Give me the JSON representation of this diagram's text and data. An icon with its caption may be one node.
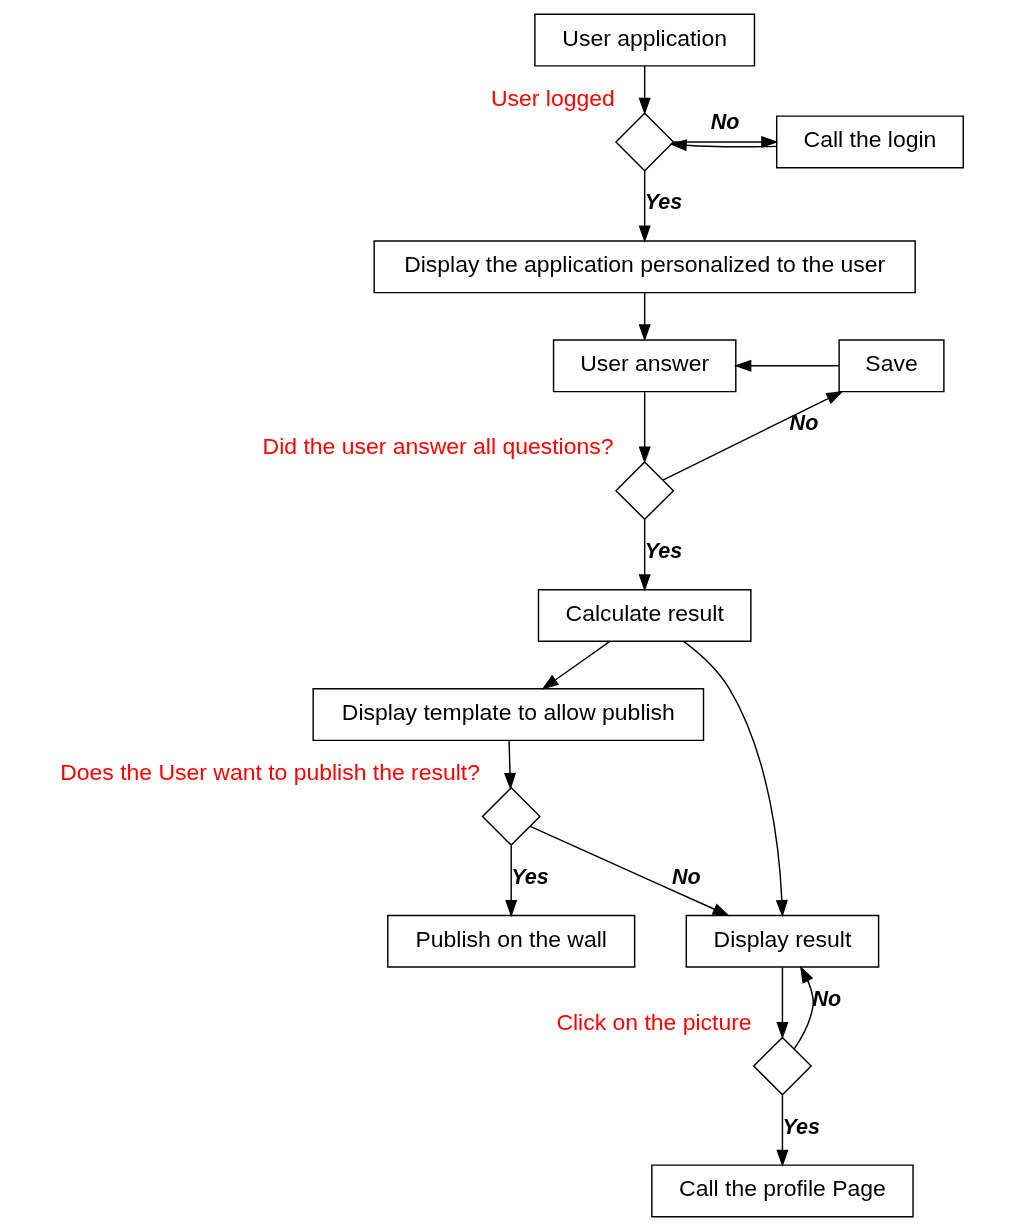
{
  "diagram": {
    "nodes": [
      {
        "text": [
          "User application"
        ]
      },
      {
        "text": [],
        "shape": "diamond",
        "beside": [
          "User logged"
        ]
      },
      {
        "text": [
          "Call the login"
        ]
      },
      {
        "text": [
          "Display the application personalized to the user"
        ]
      },
      {
        "text": [
          "User answer"
        ]
      },
      {
        "text": [
          "Save"
        ]
      },
      {
        "text": [],
        "shape": "diamond",
        "beside": [
          "Did the user answer all questions?"
        ]
      },
      {
        "text": [
          "Calculate result"
        ]
      },
      {
        "text": [
          "Display template to allow publish"
        ]
      },
      {
        "text": [],
        "shape": "diamond",
        "beside": [
          "Does the User want to publish the result?"
        ]
      },
      {
        "text": [
          "Display result"
        ]
      },
      {
        "text": [
          "Publish on the wall"
        ]
      },
      {
        "text": [],
        "shape": "diamond",
        "beside": [
          "Click on the picture"
        ]
      },
      {
        "text": [
          "Call the profile Page"
        ]
      }
    ],
    "edges": [
      {
        "from": 0,
        "to": 1,
        "arrow": "to"
      },
      {
        "from": 1,
        "to": 2,
        "arrow": "to",
        "label": "No"
      },
      {
        "from": 2,
        "to": 1,
        "arrow": "to"
      },
      {
        "from": 1,
        "to": 3,
        "arrow": "to",
        "label": "Yes"
      },
      {
        "from": 3,
        "to": 4,
        "arrow": "to"
      },
      {
        "from": 5,
        "to": 4,
        "arrow": "to"
      },
      {
        "from": 4,
        "to": 6,
        "arrow": "to"
      },
      {
        "from": 6,
        "to": 5,
        "arrow": "to",
        "label": "No"
      },
      {
        "from": 6,
        "to": 7,
        "arrow": "to",
        "label": "Yes"
      },
      {
        "from": 7,
        "to": 8,
        "arrow": "to"
      },
      {
        "from": 7,
        "to": 10,
        "arrow": "to"
      },
      {
        "from": 8,
        "to": 9,
        "arrow": "to"
      },
      {
        "from": 9,
        "to": 10,
        "arrow": "to",
        "label": "No"
      },
      {
        "from": 9,
        "to": 11,
        "arrow": "to",
        "label": "Yes"
      },
      {
        "from": 10,
        "to": 12,
        "arrow": "to"
      },
      {
        "from": 12,
        "to": 10,
        "arrow": "to",
        "label": "No"
      },
      {
        "from": 12,
        "to": 13,
        "arrow": "to",
        "label": "Yes"
      }
    ]
  }
}
